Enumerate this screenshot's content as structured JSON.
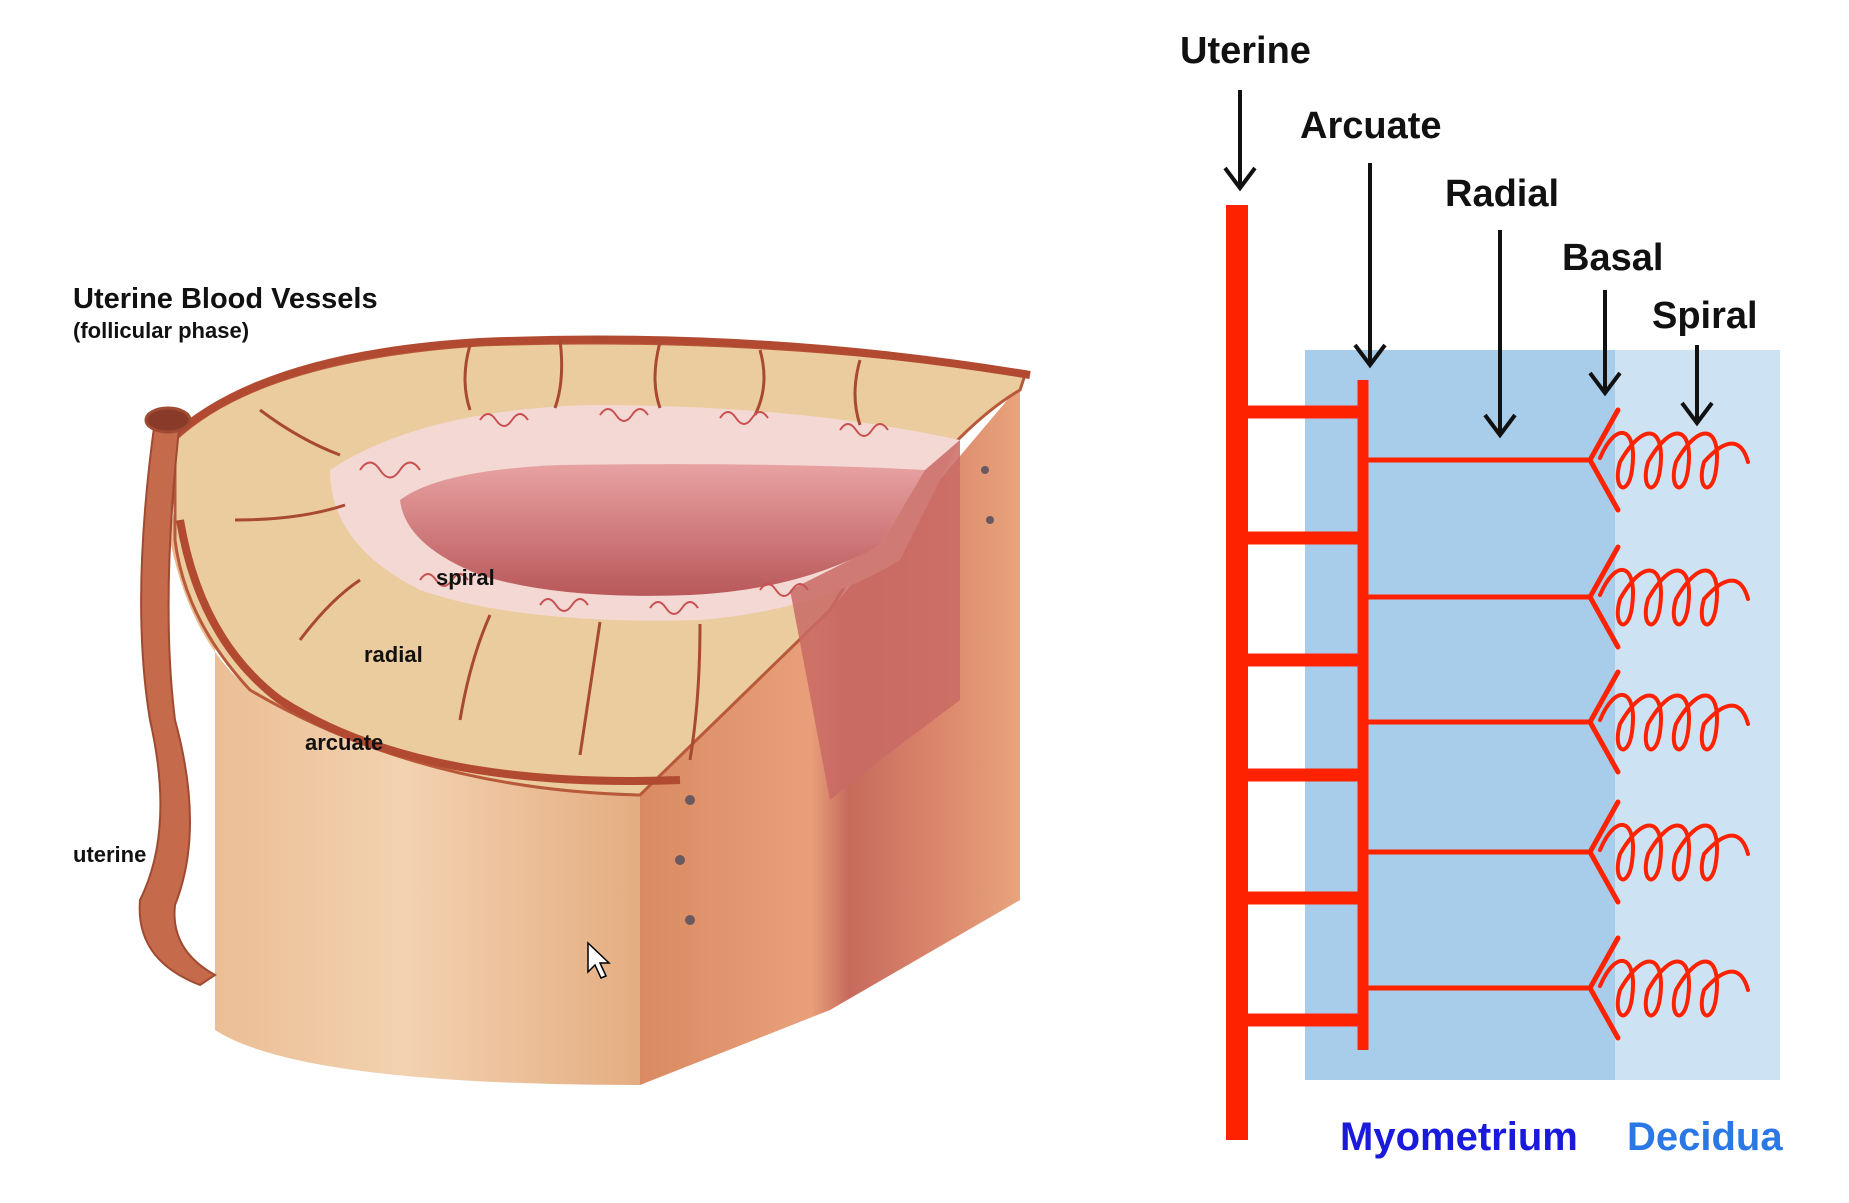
{
  "left_panel": {
    "title": "Uterine Blood Vessels",
    "subtitle": "(follicular phase)",
    "labels": {
      "spiral": "spiral",
      "radial": "radial",
      "arcuate": "arcuate",
      "uterine": "uterine"
    }
  },
  "right_panel": {
    "vessel_labels": {
      "uterine": "Uterine",
      "arcuate": "Arcuate",
      "radial": "Radial",
      "basal": "Basal",
      "spiral": "Spiral"
    },
    "regions": {
      "myometrium": "Myometrium",
      "decidua": "Decidua"
    }
  },
  "colors": {
    "vessel_red": "#ff2200",
    "myometrium_fill": "#a8cdea",
    "decidua_fill": "#cde3f4",
    "myometrium_text": "#1a1adc",
    "decidua_text": "#2a78e6",
    "tissue_tan": "#e8c8a0",
    "artery_brown": "#b24a32"
  },
  "icons": [
    "cursor-arrow-icon"
  ]
}
